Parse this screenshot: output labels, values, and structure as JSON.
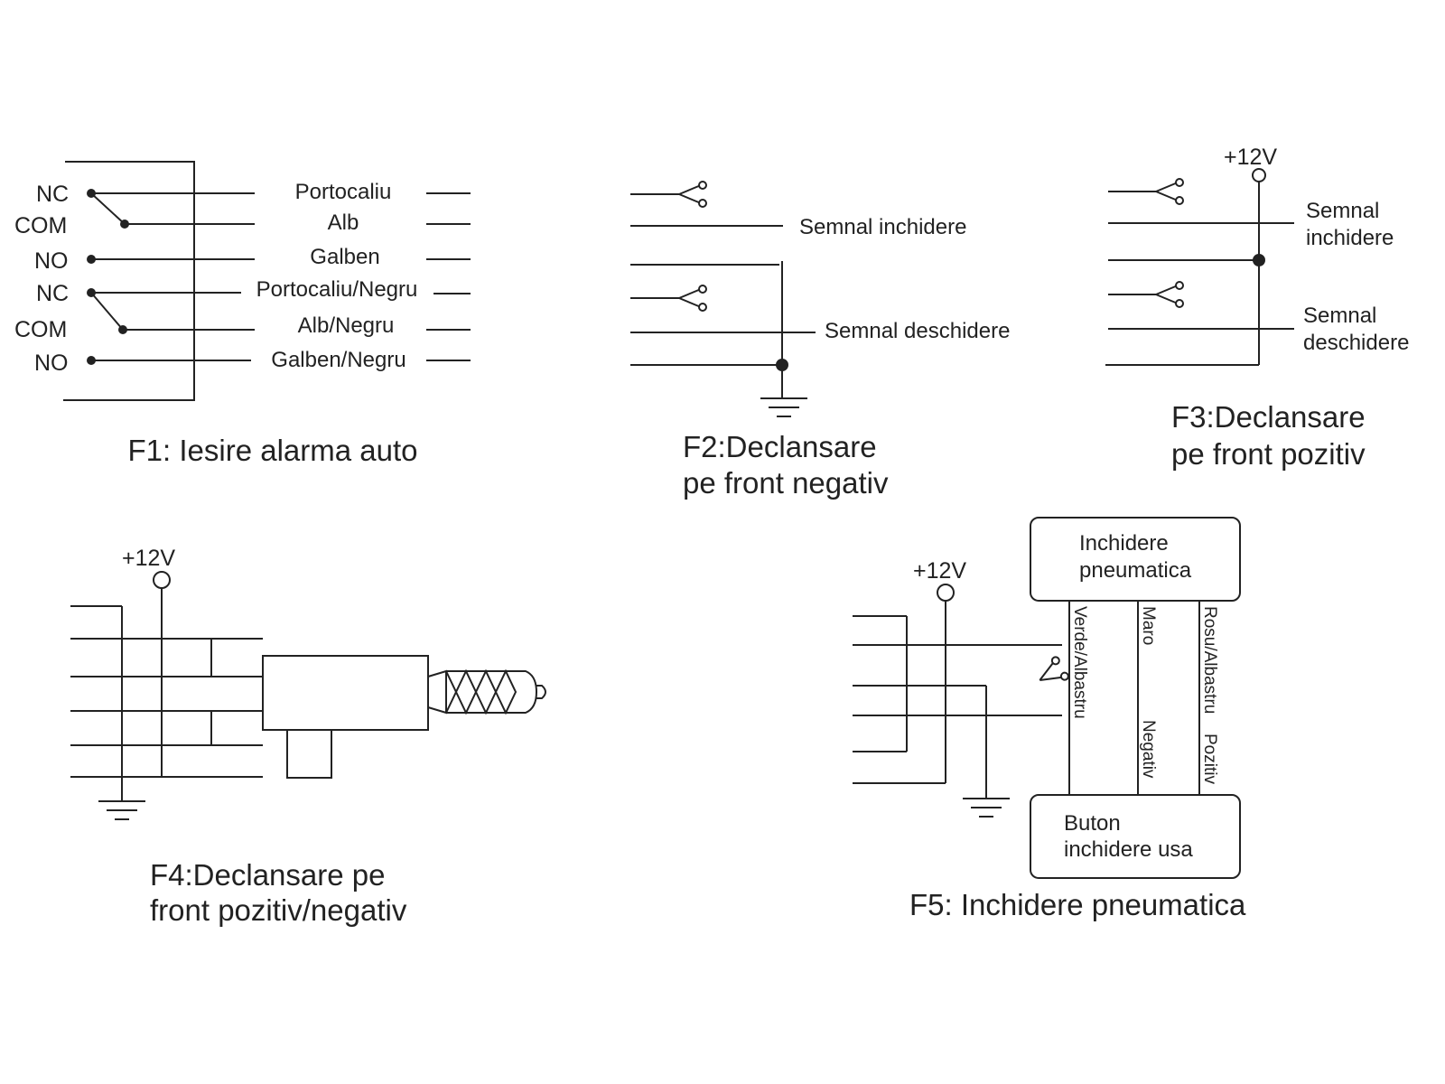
{
  "f1": {
    "caption": "F1: Iesire alarma auto",
    "contacts": [
      "NC",
      "COM",
      "NO",
      "NC",
      "COM",
      "NO"
    ],
    "wires": [
      "Portocaliu",
      "Alb",
      "Galben",
      "Portocaliu/Negru",
      "Alb/Negru",
      "Galben/Negru"
    ]
  },
  "f2": {
    "caption_line1": "F2:Declansare",
    "caption_line2": "pe front negativ",
    "signal_close": "Semnal inchidere",
    "signal_open": "Semnal deschidere"
  },
  "f3": {
    "supply": "+12V",
    "signal_close_line1": "Semnal",
    "signal_close_line2": "inchidere",
    "signal_open_line1": "Semnal",
    "signal_open_line2": "deschidere",
    "caption_line1": "F3:Declansare",
    "caption_line2": "pe front pozitiv"
  },
  "f4": {
    "supply": "+12V",
    "caption_line1": "F4:Declansare pe",
    "caption_line2": "front pozitiv/negativ"
  },
  "f5": {
    "supply": "+12V",
    "box_top_line1": "Inchidere",
    "box_top_line2": "pneumatica",
    "box_bottom_line1": "Buton",
    "box_bottom_line2": "inchidere usa",
    "wire1": "Verde/Albastru",
    "wire2_a": "Maro",
    "wire2_b": "Negativ",
    "wire3_a": "Rosu/Albastru",
    "wire3_b": "Pozitiv",
    "caption": "F5: Inchidere pneumatica"
  },
  "icons": [
    "scissors-icon",
    "ground-icon",
    "terminal-icon",
    "junction-dot"
  ]
}
